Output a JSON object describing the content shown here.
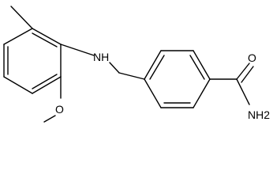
{
  "molecule": {
    "atom_labels": {
      "amine_nh": "NH",
      "methoxy_o": "O",
      "carbonyl_o": "O",
      "amide_nh2": "NH2"
    }
  }
}
